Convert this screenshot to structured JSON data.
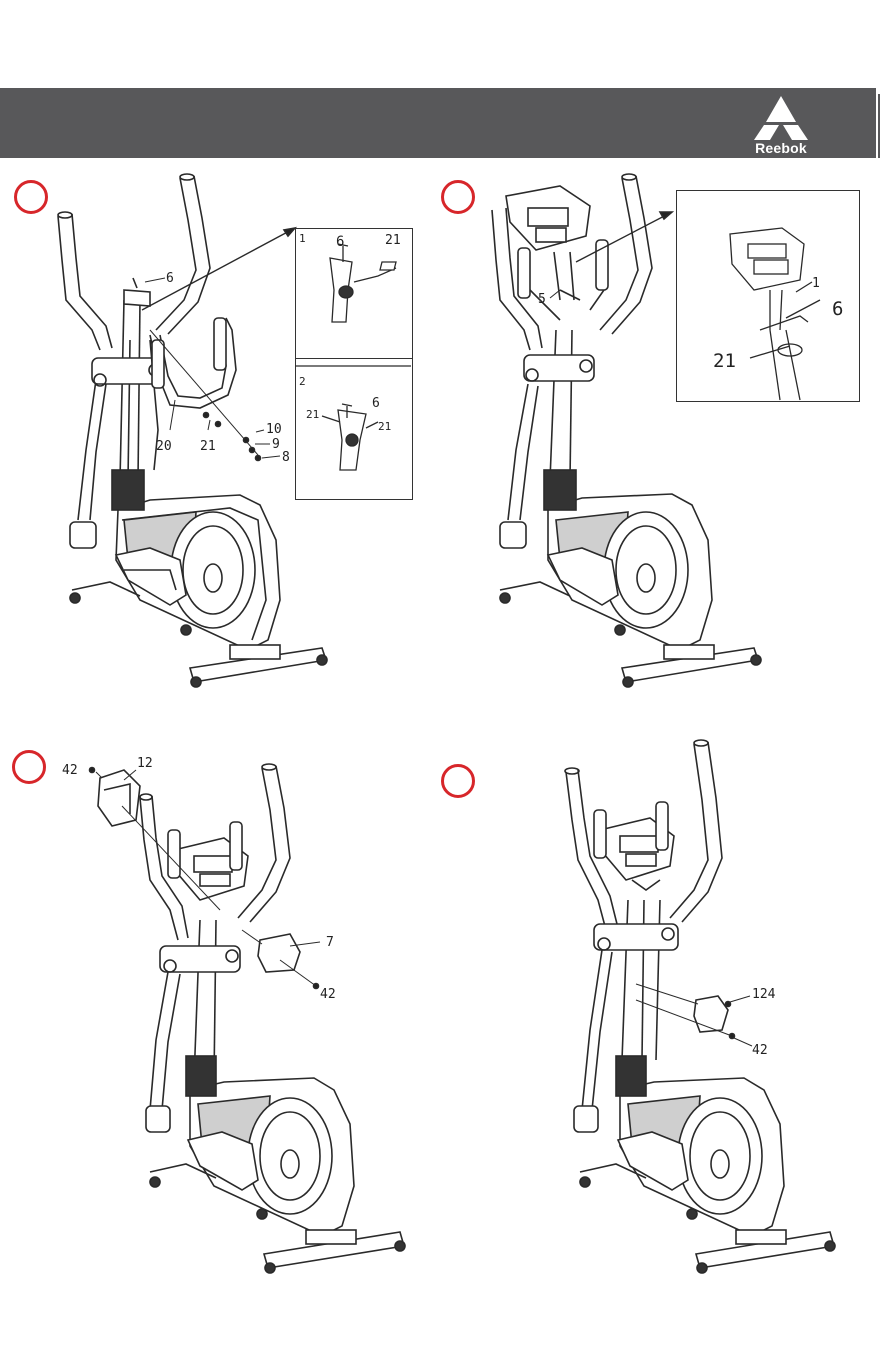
{
  "header": {
    "brand": "Reebok",
    "accent_color": "#58585a",
    "step_marker_color": "#d7262a"
  },
  "steps": [
    {
      "callouts": [
        "6",
        "20",
        "21",
        "10",
        "9",
        "8"
      ],
      "inset_1": {
        "number": "1",
        "callouts": [
          "6",
          "21"
        ]
      },
      "inset_2": {
        "number": "2",
        "callouts": [
          "21",
          "6",
          "21"
        ]
      }
    },
    {
      "callouts": [
        "5"
      ],
      "inset": {
        "callouts": [
          "1",
          "6",
          "21"
        ]
      }
    },
    {
      "callouts": [
        "42",
        "12",
        "7",
        "42"
      ]
    },
    {
      "callouts": [
        "124",
        "42"
      ]
    }
  ]
}
